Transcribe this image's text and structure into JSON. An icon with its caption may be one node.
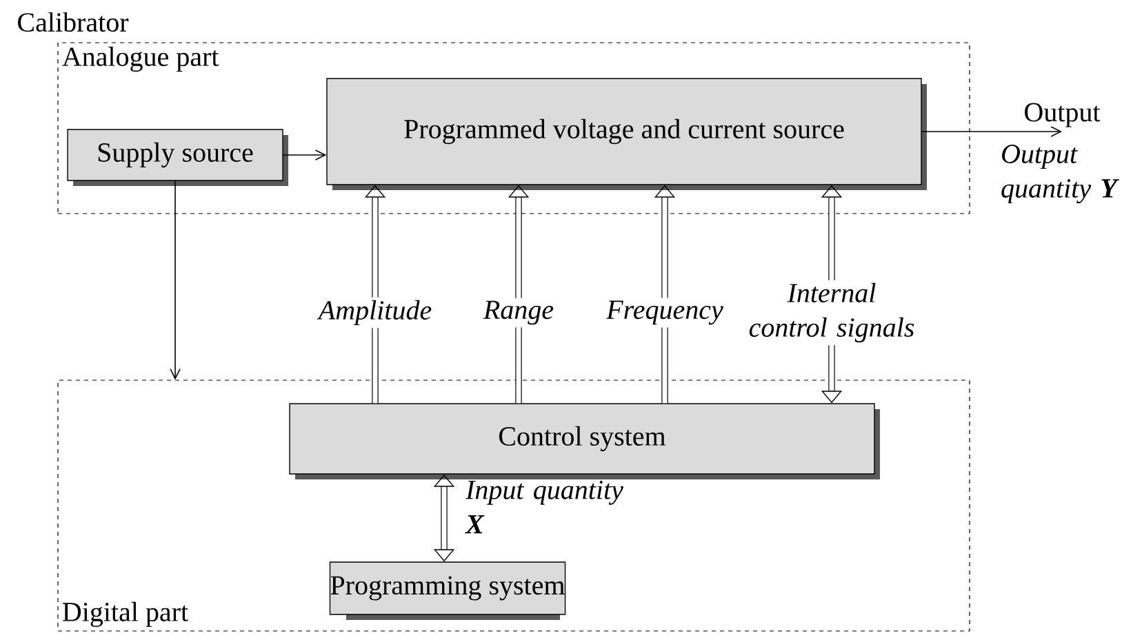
{
  "diagram": {
    "title": "Calibrator",
    "nodes": [
      {
        "text": [
          "Analogue part"
        ]
      },
      {
        "text": [
          "Supply source"
        ],
        "in": 0
      },
      {
        "text": [
          "Programmed voltage and current source"
        ],
        "in": 0
      },
      {
        "text": [
          "Digital part"
        ]
      },
      {
        "text": [
          "Control system"
        ],
        "in": 3
      },
      {
        "text": [
          "Programming system"
        ],
        "in": 3
      },
      {
        "text": [
          "Output"
        ],
        "beside": [
          "Output quantity **Y**"
        ]
      }
    ],
    "edges": [
      {
        "from": 1,
        "to": 2,
        "arrow": "to"
      },
      {
        "from": 2,
        "to": 6,
        "arrow": "to"
      },
      {
        "from": 1,
        "to": 3,
        "arrow": "to"
      },
      {
        "from": 4,
        "to": 2,
        "arrow": "to",
        "label": "Amplitude"
      },
      {
        "from": 4,
        "to": 2,
        "arrow": "to",
        "label": "Range"
      },
      {
        "from": 4,
        "to": 2,
        "arrow": "to",
        "label": "Frequency"
      },
      {
        "from": 4,
        "to": 2,
        "arrow": "both",
        "label": "Internal control signals"
      },
      {
        "from": 4,
        "to": 5,
        "arrow": "both",
        "label": "Input quantity **X**"
      }
    ]
  }
}
